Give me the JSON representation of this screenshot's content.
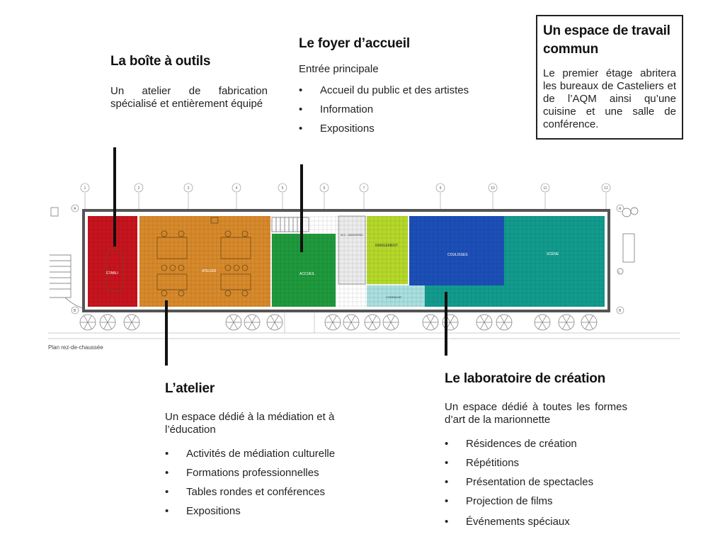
{
  "sections": {
    "boite": {
      "title": "La boîte à outils",
      "description": "Un atelier de fabrication spécialisé et entièrement équipé"
    },
    "foyer": {
      "title": "Le foyer d’accueil",
      "description": "Entrée principale",
      "items": [
        "Accueil du public et des artistes",
        "Information",
        "Expositions"
      ]
    },
    "espace": {
      "title": "Un espace de travail commun",
      "description": "Le premier étage abritera les bureaux de Casteliers et de l’AQM ainsi qu’une cuisine et une salle de conférence."
    },
    "atelier": {
      "title": "L’atelier",
      "description": "Un espace dédié à la médiation et à l’éducation",
      "items": [
        "Activités de médiation culturelle",
        "Formations professionnelles",
        "Tables rondes et conférences",
        "Expositions"
      ]
    },
    "laboratoire": {
      "title": "Le laboratoire de création",
      "description": "Un espace dédié à toutes les formes d’art de la marionnette",
      "items": [
        "Résidences de création",
        "Répétitions",
        "Présentation de spectacles",
        "Projection de films",
        "Événements spéciaux"
      ]
    }
  },
  "plan": {
    "caption": "Plan rez-de-chaussée",
    "grid_labels": [
      "1",
      "2",
      "3",
      "4",
      "5",
      "6",
      "7",
      "9",
      "10",
      "11",
      "12"
    ],
    "row_labels": [
      "A",
      "B"
    ],
    "rooms": {
      "red": "ÉTABLI",
      "orange": "ATELIER",
      "green": "ACCUEIL",
      "wc": "W.C. UNIVERSEL",
      "yellow": "RANGEMENT",
      "blue": "COULISSES",
      "teal": "SCÈNE",
      "corridor": "CORRIDOR"
    },
    "colors": {
      "red": "#c8141e",
      "orange": "#d98a2b",
      "green": "#1f9a3c",
      "yellow": "#b5d92a",
      "blue": "#1c4fb8",
      "teal": "#129c8e",
      "corridor": "#a9e0e0"
    }
  }
}
